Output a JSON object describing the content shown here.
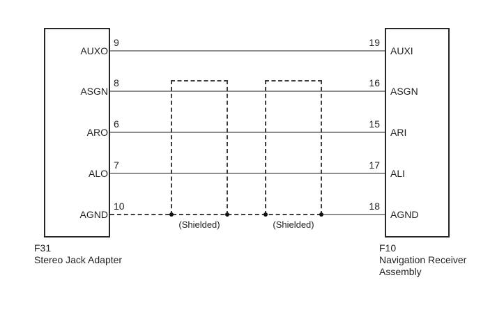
{
  "diagram": {
    "type": "wiring-connector-diagram",
    "colors": {
      "background": "#ffffff",
      "wire": "#8e8e8e",
      "dashed": "#3d3d3d",
      "box_border": "#262626",
      "text": "#1f1f1f"
    },
    "left_connector": {
      "code": "F31",
      "name_lines": [
        "Stereo Jack Adapter"
      ],
      "pins": [
        {
          "label": "AUXO",
          "number": "9"
        },
        {
          "label": "ASGN",
          "number": "8"
        },
        {
          "label": "ARO",
          "number": "6"
        },
        {
          "label": "ALO",
          "number": "7"
        },
        {
          "label": "AGND",
          "number": "10"
        }
      ]
    },
    "right_connector": {
      "code": "F10",
      "name_lines": [
        "Navigation Receiver",
        "Assembly"
      ],
      "pins": [
        {
          "label": "AUXI",
          "number": "19"
        },
        {
          "label": "ASGN",
          "number": "16"
        },
        {
          "label": "ARI",
          "number": "15"
        },
        {
          "label": "ALI",
          "number": "17"
        },
        {
          "label": "AGND",
          "number": "18"
        }
      ]
    },
    "wires": [
      {
        "left_pin": "9",
        "right_pin": "19",
        "style": "solid"
      },
      {
        "left_pin": "8",
        "right_pin": "16",
        "style": "solid"
      },
      {
        "left_pin": "6",
        "right_pin": "15",
        "style": "solid"
      },
      {
        "left_pin": "7",
        "right_pin": "17",
        "style": "solid"
      },
      {
        "left_pin": "10",
        "right_pin": "18",
        "style": "dashed-then-solid"
      }
    ],
    "shields": [
      {
        "label": "(Shielded)",
        "grounded_to": "AGND"
      },
      {
        "label": "(Shielded)",
        "grounded_to": "AGND"
      }
    ]
  }
}
